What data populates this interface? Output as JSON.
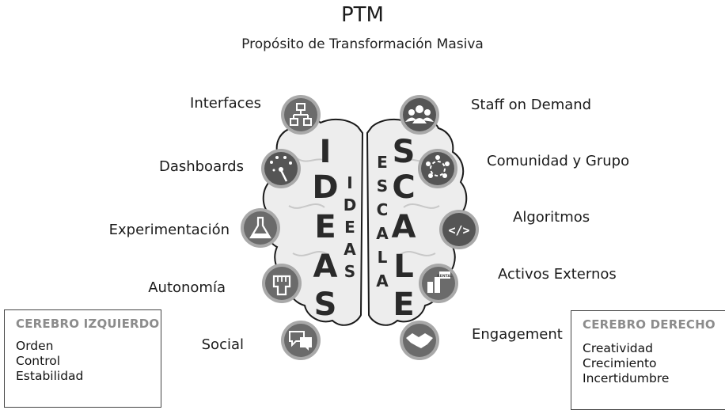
{
  "title": "PTM",
  "subtitle": "Propósito de Transformación Masiva",
  "left_labels": [
    "Interfaces",
    "Dashboards",
    "Experimentación",
    "Autonomía",
    "Social"
  ],
  "right_labels": [
    "Staff on Demand",
    "Comunidad y Grupo",
    "Algoritmos",
    "Activos Externos",
    "Engagement"
  ],
  "brain": {
    "left_big_letters": [
      "I",
      "D",
      "E",
      "A",
      "S"
    ],
    "left_small_letters": [
      "I",
      "D",
      "E",
      "A",
      "S"
    ],
    "right_small_letters": [
      "E",
      "S",
      "C",
      "A",
      "L",
      "A"
    ],
    "right_big_letters": [
      "S",
      "C",
      "A",
      "L",
      "E"
    ]
  },
  "left_icons": [
    "interfaces-icon",
    "dashboards-icon",
    "experimentacion-icon",
    "autonomia-icon",
    "social-icon"
  ],
  "right_icons": [
    "staff-on-demand-icon",
    "comunidad-y-grupo-icon",
    "algoritmos-icon",
    "activos-externos-icon",
    "engagement-icon"
  ],
  "rental_tag": "RENTAL",
  "code_glyph": "</>",
  "left_box": {
    "heading": "CEREBRO IZQUIERDO",
    "items": [
      "Orden",
      "Control",
      "Estabilidad"
    ]
  },
  "right_box": {
    "heading": "CEREBRO DERECHO",
    "items": [
      "Creatividad",
      "Crecimiento",
      "Incertidumbre"
    ]
  },
  "colors": {
    "icon_fill": "#6b6b6b",
    "icon_ring": "#a9a9a9",
    "brain_fill": "#ededed",
    "brain_stroke": "#1a1a1a",
    "box_heading": "#8c8c8c"
  }
}
